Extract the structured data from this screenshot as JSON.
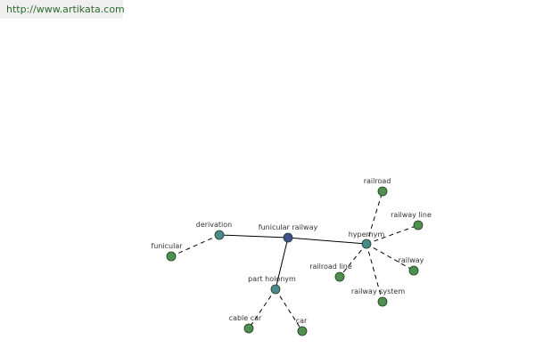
{
  "header": {
    "url": "http://www.artikata.com"
  },
  "colors": {
    "center_node": "#3d4f8c",
    "relation_node": "#4a8a8a",
    "leaf_node": "#4f8f4f",
    "node_stroke": "#1f3a1f",
    "edge": "#000000",
    "url_text": "#2e6b2e"
  },
  "graph": {
    "nodes": [
      {
        "id": "funicular-railway",
        "label": "funicular railway",
        "kind": "center"
      },
      {
        "id": "derivation",
        "label": "derivation",
        "kind": "relation"
      },
      {
        "id": "hypernym",
        "label": "hypernym",
        "kind": "relation"
      },
      {
        "id": "part-holonym",
        "label": "part holonym",
        "kind": "relation"
      },
      {
        "id": "funicular",
        "label": "funicular",
        "kind": "leaf"
      },
      {
        "id": "railroad",
        "label": "railroad",
        "kind": "leaf"
      },
      {
        "id": "railway-line",
        "label": "railway line",
        "kind": "leaf"
      },
      {
        "id": "railway",
        "label": "railway",
        "kind": "leaf"
      },
      {
        "id": "railway-system",
        "label": "railway system",
        "kind": "leaf"
      },
      {
        "id": "railroad-line",
        "label": "railroad line",
        "kind": "leaf"
      },
      {
        "id": "cable-car",
        "label": "cable car",
        "kind": "leaf"
      },
      {
        "id": "car",
        "label": "car",
        "kind": "leaf"
      }
    ],
    "edges": [
      {
        "from": "funicular-railway",
        "to": "derivation",
        "style": "solid"
      },
      {
        "from": "funicular-railway",
        "to": "hypernym",
        "style": "solid"
      },
      {
        "from": "funicular-railway",
        "to": "part-holonym",
        "style": "solid"
      },
      {
        "from": "derivation",
        "to": "funicular",
        "style": "dashed"
      },
      {
        "from": "hypernym",
        "to": "railroad",
        "style": "dashed"
      },
      {
        "from": "hypernym",
        "to": "railway-line",
        "style": "dashed"
      },
      {
        "from": "hypernym",
        "to": "railway",
        "style": "dashed"
      },
      {
        "from": "hypernym",
        "to": "railway-system",
        "style": "dashed"
      },
      {
        "from": "hypernym",
        "to": "railroad-line",
        "style": "dashed"
      },
      {
        "from": "part-holonym",
        "to": "cable-car",
        "style": "dashed"
      },
      {
        "from": "part-holonym",
        "to": "car",
        "style": "dashed"
      }
    ]
  }
}
